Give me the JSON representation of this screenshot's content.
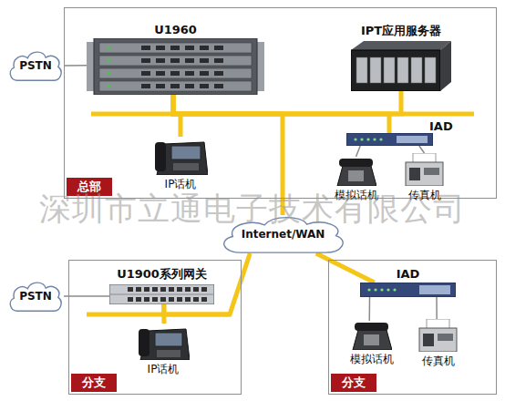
{
  "diagram": {
    "nodes": [
      {
        "text": [
          "总部"
        ]
      },
      {
        "text": [
          "PSTN"
        ]
      },
      {
        "text": [
          "U1960"
        ],
        "in": 0
      },
      {
        "text": [
          "IPT应用服务器"
        ],
        "in": 0
      },
      {
        "text": [
          "IP话机"
        ],
        "in": 0
      },
      {
        "text": [
          "IAD"
        ],
        "in": 0
      },
      {
        "text": [
          "模拟话机"
        ],
        "in": 0
      },
      {
        "text": [
          "传真机"
        ],
        "in": 0
      },
      {
        "text": [
          "Internet/WAN"
        ]
      },
      {
        "text": [
          "分支"
        ]
      },
      {
        "text": [
          "PSTN"
        ]
      },
      {
        "text": [
          "U1900系列网关"
        ],
        "in": 9
      },
      {
        "text": [
          "IP话机"
        ],
        "in": 9
      },
      {
        "text": [
          "分支"
        ]
      },
      {
        "text": [
          "IAD"
        ],
        "in": 13
      },
      {
        "text": [
          "模拟话机"
        ],
        "in": 13
      },
      {
        "text": [
          "传真机"
        ],
        "in": 13
      }
    ],
    "edges": [
      {
        "from": 1,
        "to": 2,
        "arrow": "none"
      },
      {
        "from": 2,
        "to": 3,
        "arrow": "none"
      },
      {
        "from": 2,
        "to": 4,
        "arrow": "none"
      },
      {
        "from": 2,
        "to": 5,
        "arrow": "none"
      },
      {
        "from": 2,
        "to": 8,
        "arrow": "none"
      },
      {
        "from": 5,
        "to": 6,
        "arrow": "none"
      },
      {
        "from": 5,
        "to": 7,
        "arrow": "none"
      },
      {
        "from": 8,
        "to": 11,
        "arrow": "none"
      },
      {
        "from": 11,
        "to": 12,
        "arrow": "none"
      },
      {
        "from": 10,
        "to": 11,
        "arrow": "none"
      },
      {
        "from": 8,
        "to": 14,
        "arrow": "none"
      },
      {
        "from": 14,
        "to": 15,
        "arrow": "none"
      },
      {
        "from": 14,
        "to": 16,
        "arrow": "none"
      }
    ],
    "labels": [
      "深圳市立通电子技术有限公司"
    ]
  }
}
